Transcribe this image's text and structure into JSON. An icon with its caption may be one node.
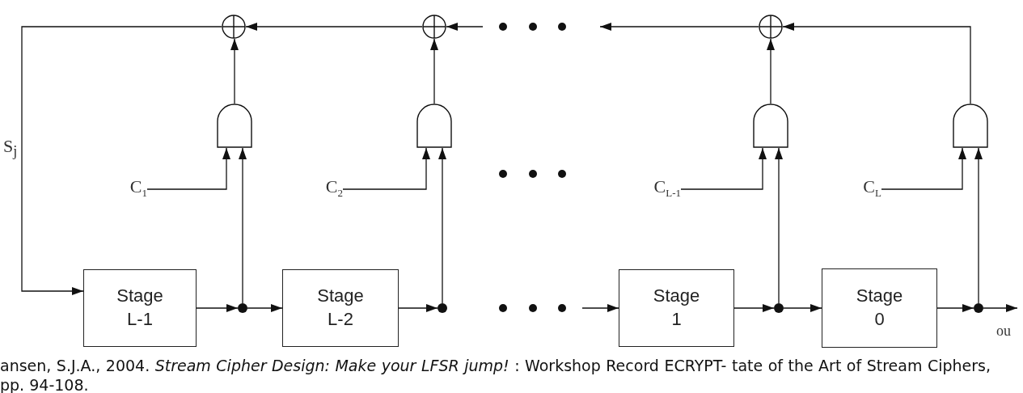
{
  "diagram": {
    "caption": "ansen, S.J.A., 2004. *Stream Cipher Design: Make your LFSR jump!* : Workshop Record ECRYPT- tate of the Art of Stream Ciphers, pp. 94-108.",
    "nodes": [
      {
        "text": [],
        "shape": "circle"
      },
      {
        "text": [],
        "shape": "circle"
      },
      {
        "text": [],
        "shape": "circle"
      },
      {
        "text": [],
        "shape": "gate"
      },
      {
        "text": [],
        "shape": "gate"
      },
      {
        "text": [],
        "shape": "gate"
      },
      {
        "text": [],
        "shape": "gate"
      },
      {
        "text": [
          "C$_{1}$"
        ]
      },
      {
        "text": [
          "C$_{2}$"
        ]
      },
      {
        "text": [
          "C$_{L-1}$"
        ]
      },
      {
        "text": [
          "C$_{L}$"
        ]
      },
      {
        "text": [
          "Stage L-1"
        ]
      },
      {
        "text": [
          "Stage L-2"
        ]
      },
      {
        "text": [
          "Stage 1"
        ]
      },
      {
        "text": [
          "Stage 0"
        ]
      },
      {
        "text": [],
        "shape": "dot"
      },
      {
        "text": [],
        "shape": "dot"
      },
      {
        "text": [],
        "shape": "dot"
      },
      {
        "text": [],
        "shape": "dot"
      }
    ],
    "edges": [
      {
        "from": 0,
        "to": 11,
        "arrow": "to",
        "label": "S$_{j}$"
      },
      {
        "from": 1,
        "to": 0,
        "arrow": "to"
      },
      {
        "from": null,
        "to": 1,
        "arrow": "to"
      },
      {
        "from": 2,
        "to": null,
        "arrow": "to"
      },
      {
        "from": 6,
        "to": 2,
        "arrow": "to"
      },
      {
        "from": 3,
        "to": 0,
        "arrow": "to"
      },
      {
        "from": 4,
        "to": 1,
        "arrow": "to"
      },
      {
        "from": 5,
        "to": 2,
        "arrow": "to"
      },
      {
        "from": 7,
        "to": 3,
        "arrow": "to"
      },
      {
        "from": 8,
        "to": 4,
        "arrow": "to"
      },
      {
        "from": 9,
        "to": 5,
        "arrow": "to"
      },
      {
        "from": 10,
        "to": 6,
        "arrow": "to"
      },
      {
        "from": 15,
        "to": 3,
        "arrow": "to"
      },
      {
        "from": 16,
        "to": 4,
        "arrow": "to"
      },
      {
        "from": 17,
        "to": 5,
        "arrow": "to"
      },
      {
        "from": 18,
        "to": 6,
        "arrow": "to"
      },
      {
        "from": 11,
        "to": 15,
        "arrow": "to"
      },
      {
        "from": 15,
        "to": 12,
        "arrow": "to"
      },
      {
        "from": 12,
        "to": 16,
        "arrow": "to"
      },
      {
        "from": null,
        "to": 13,
        "arrow": "to"
      },
      {
        "from": 13,
        "to": 17,
        "arrow": "to"
      },
      {
        "from": 17,
        "to": 14,
        "arrow": "to"
      },
      {
        "from": 14,
        "to": 18,
        "arrow": "to"
      },
      {
        "from": 18,
        "to": null,
        "arrow": "to"
      }
    ],
    "labels": [
      "ou"
    ]
  }
}
